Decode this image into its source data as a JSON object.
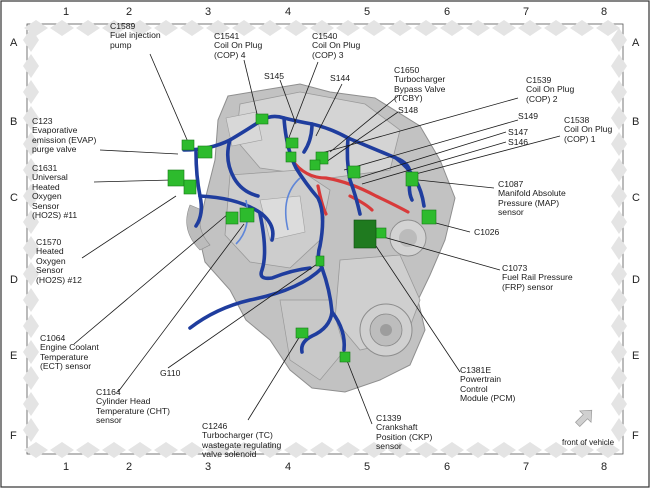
{
  "grid": {
    "columns": [
      "1",
      "2",
      "3",
      "4",
      "5",
      "6",
      "7",
      "8"
    ],
    "rows": [
      "A",
      "B",
      "C",
      "D",
      "E",
      "F"
    ]
  },
  "orientation": {
    "label": "front of vehicle",
    "icon": "arrow-icon"
  },
  "labels": {
    "c1589": "C1589\nFuel injection\npump",
    "c1541": "C1541\nCoil On Plug\n(COP) 4",
    "c1540": "C1540\nCoil On Plug\n(COP) 3",
    "c1650": "C1650\nTurbocharger\nBypass Valve\n(TCBY)",
    "c1539": "C1539\nCoil On Plug\n(COP) 2",
    "c1538": "C1538\nCoil On Plug\n(COP) 1",
    "s145": "S145",
    "s144": "S144",
    "s148": "S148",
    "s149": "S149",
    "s147": "S147",
    "s146": "S146",
    "c123": "C123\nEvaporative\nemission (EVAP)\npurge valve",
    "c1631": "C1631\nUniversal\nHeated\nOxygen\nSensor\n(HO2S) #11",
    "c1087": "C1087\nManifold Absolute\nPressure (MAP)\nsensor",
    "c1026": "C1026",
    "c1570": "C1570\nHeated\nOxygen\nSensor\n(HO2S) #12",
    "c1073": "C1073\nFuel Rail Pressure\n(FRP) sensor",
    "c1064": "C1064\nEngine Coolant\nTemperature\n(ECT) sensor",
    "g110": "G110",
    "c1381e": "C1381E\nPowertrain\nControl\nModule (PCM)",
    "c1164": "C1164\nCylinder Head\nTemperature (CHT)\nsensor",
    "c1339": "C1339\nCrankshaft\nPosition (CKP)\nsensor",
    "c1246": "C1246\nTurbocharger (TC)\nwastegate regulating\nvalve solenoid"
  },
  "colors": {
    "harness": "#1f3d9e",
    "connector": "#2dbb2d",
    "pcm": "#1f7a1f",
    "wire_red": "#d83a3a",
    "engine": "#b8b8b8",
    "border_diamond": "#e4e4e4"
  }
}
